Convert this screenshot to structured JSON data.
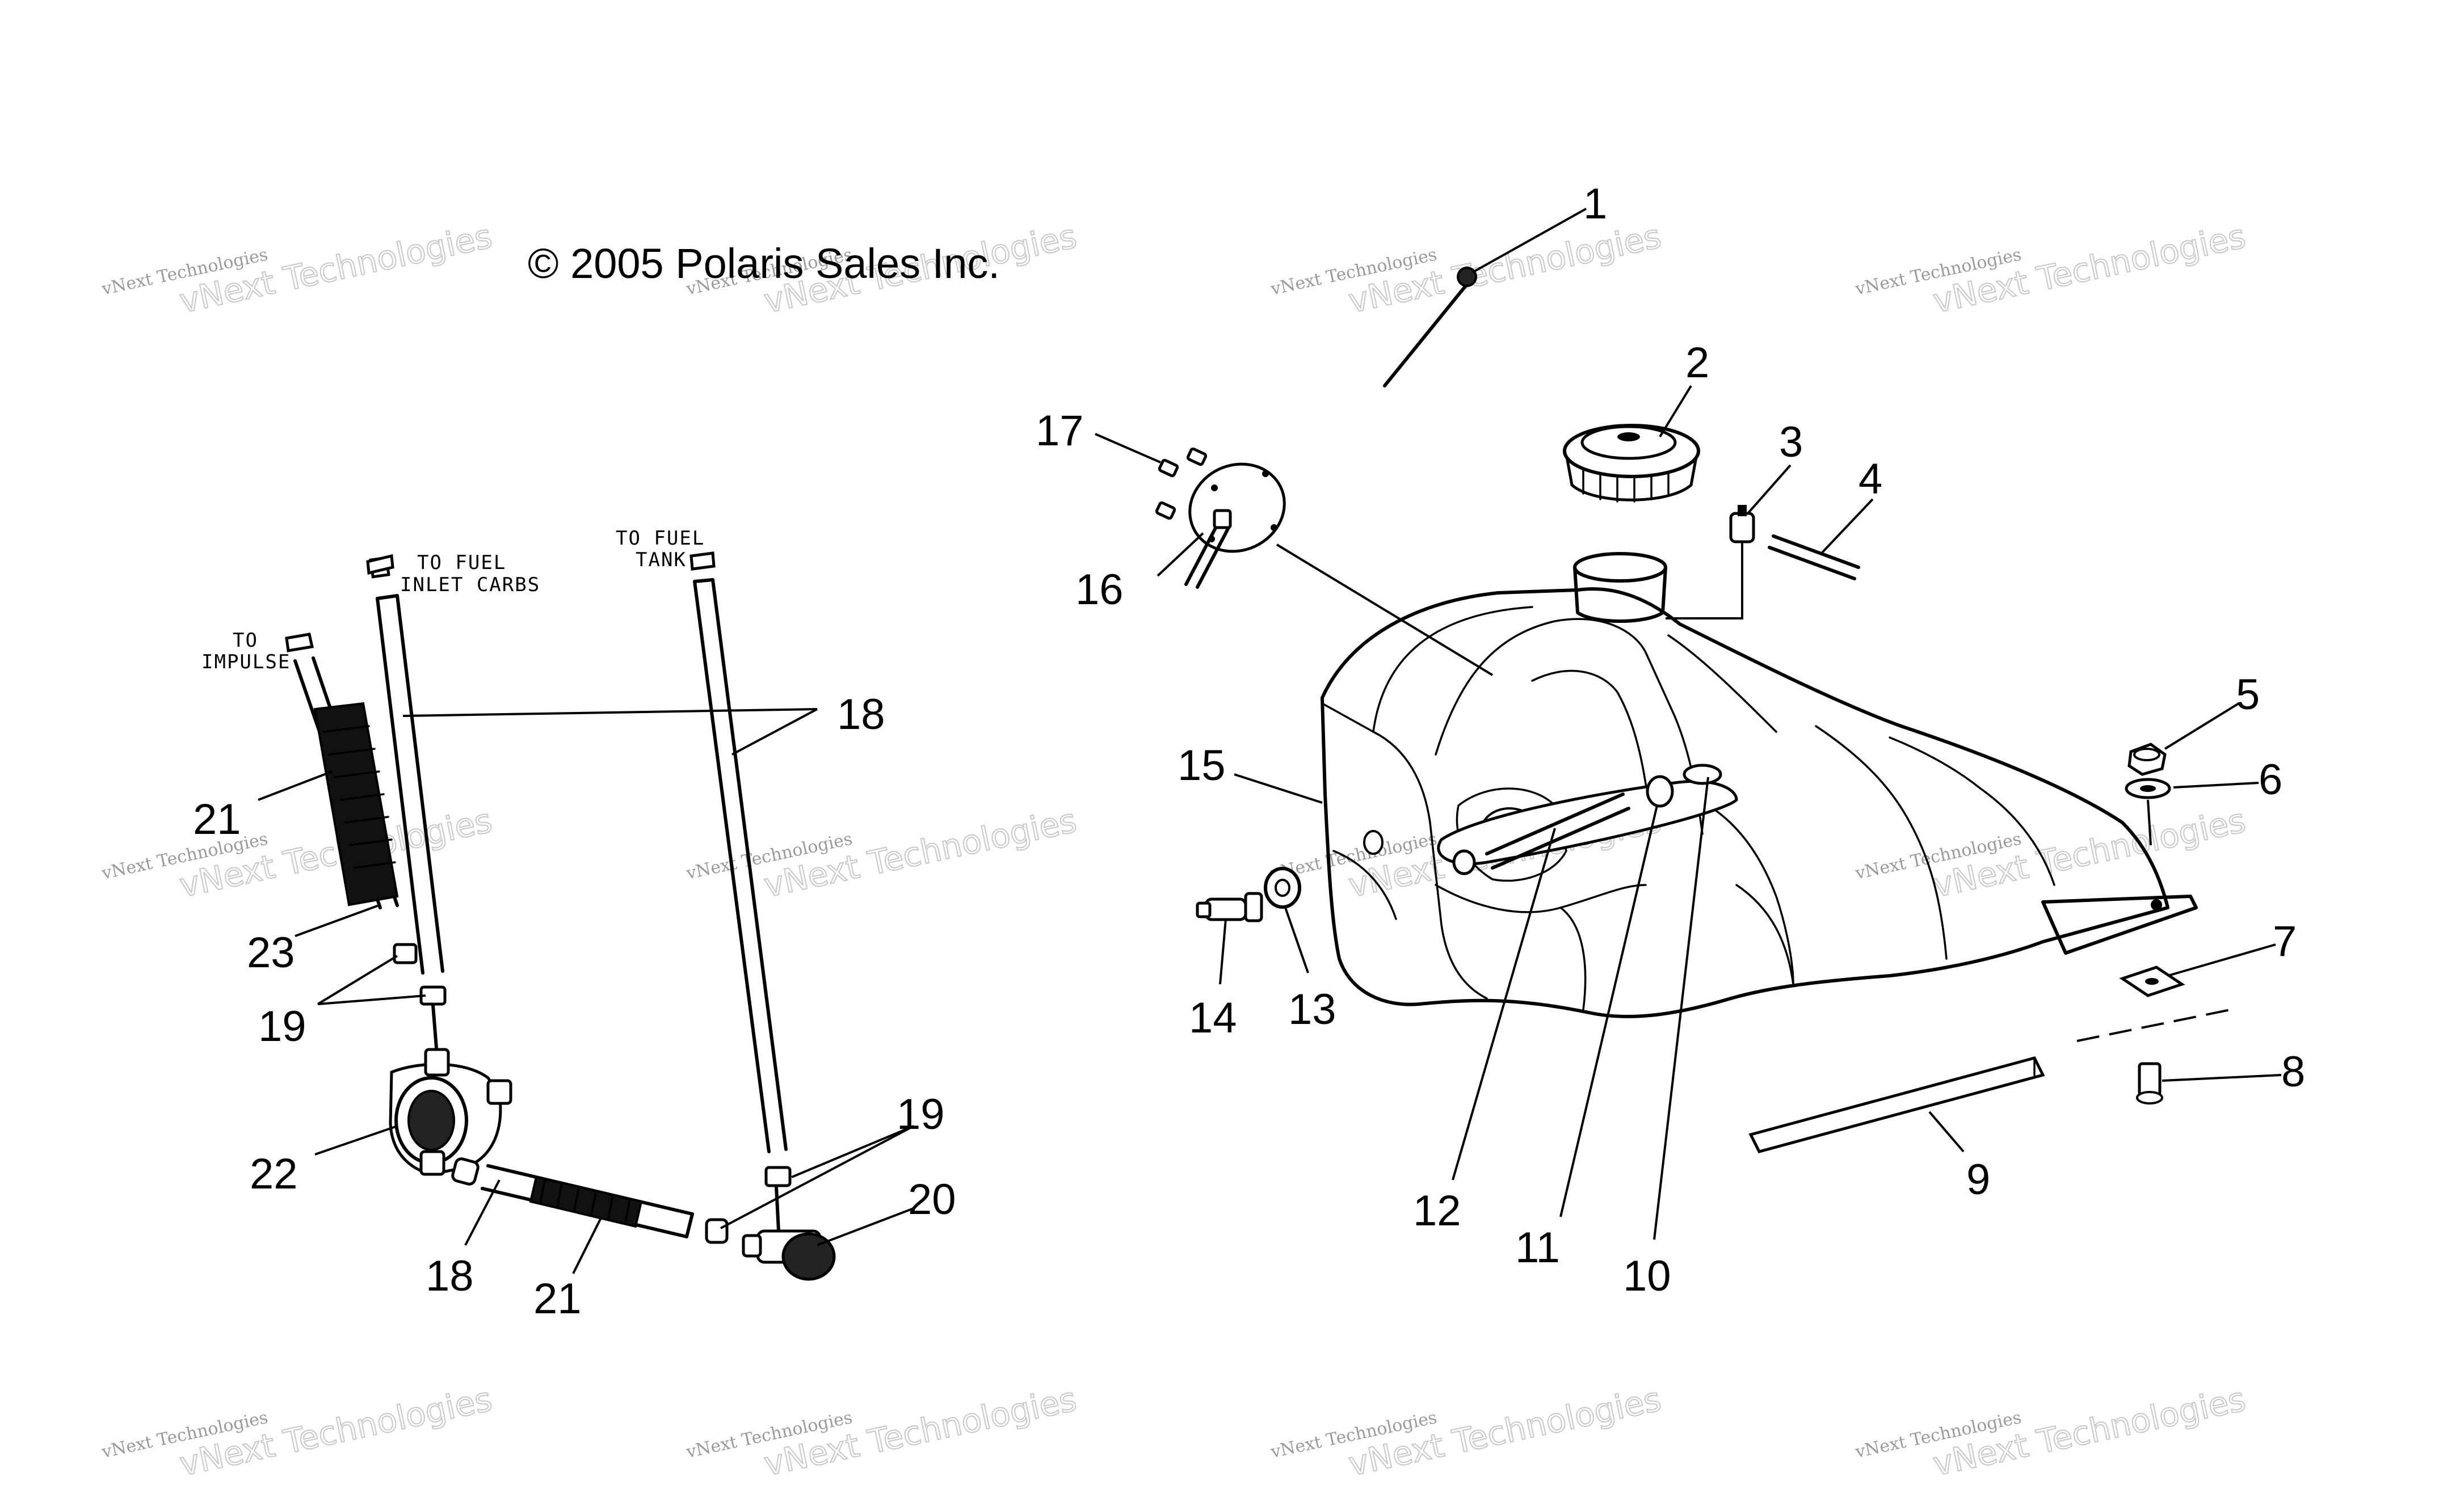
{
  "copyright": "© 2005 Polaris Sales Inc.",
  "watermark": {
    "line1": "vNext Technologies",
    "line2": "vNext Technologies"
  },
  "notes": {
    "to_fuel_inlet_carbs_1": "TO FUEL",
    "to_fuel_inlet_carbs_2": "INLET CARBS",
    "to_fuel_tank_1": "TO FUEL",
    "to_fuel_tank_2": "TANK",
    "to_impulse_1": "TO",
    "to_impulse_2": "IMPULSE"
  },
  "callouts": {
    "c1": "1",
    "c2": "2",
    "c3": "3",
    "c4": "4",
    "c5": "5",
    "c6": "6",
    "c7": "7",
    "c8": "8",
    "c9": "9",
    "c10": "10",
    "c11": "11",
    "c12": "12",
    "c13": "13",
    "c14": "14",
    "c15": "15",
    "c16": "16",
    "c17": "17",
    "c18a": "18",
    "c18b": "18",
    "c19a": "19",
    "c19b": "19",
    "c20": "20",
    "c21a": "21",
    "c21b": "21",
    "c22": "22",
    "c23": "23"
  }
}
